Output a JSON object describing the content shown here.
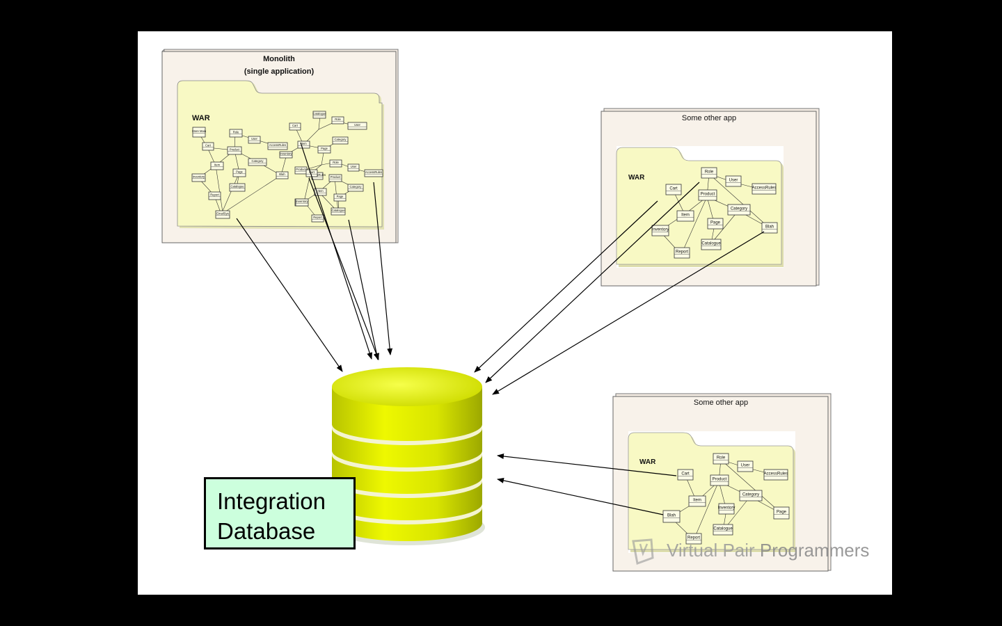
{
  "slide": {
    "monolith": {
      "title": "Monolith",
      "subtitle": "(single application)",
      "war_label": "WAR",
      "classes": [
        "Store Main",
        "Cart",
        "Role",
        "User",
        "Product",
        "Item",
        "Category",
        "Page",
        "Inventory",
        "Catalogue",
        "Report",
        "EmailSys",
        "AccessRules",
        "Inventory",
        "Cart",
        "Item",
        "Product",
        "Page",
        "Role",
        "User",
        "AccessRules",
        "Category",
        "Blah",
        "Catalogue",
        "Role",
        "User",
        "AccessRules",
        "Report",
        "Cart",
        "Product",
        "Category",
        "Item",
        "Page",
        "Inventory",
        "Catalogue",
        "Report"
      ]
    },
    "other_app_1": {
      "title": "Some other app",
      "war_label": "WAR",
      "classes": [
        "Role",
        "User",
        "AccessRules",
        "Cart",
        "Product",
        "Item",
        "Category",
        "Page",
        "Inventory",
        "Blah",
        "Catalogue",
        "Report"
      ]
    },
    "other_app_2": {
      "title": "Some other app",
      "war_label": "WAR",
      "classes": [
        "Role",
        "User",
        "AccessRules",
        "Cart",
        "Product",
        "Item",
        "Category",
        "Page",
        "Blah",
        "Inventory",
        "Catalogue",
        "Report"
      ]
    },
    "database": {
      "label_line1": "Integration",
      "label_line2": "Database"
    },
    "watermark": {
      "text_a": "Virtual Pair ",
      "text_b": "Programmers"
    },
    "colors": {
      "folder_fill": "#f8f9c4",
      "panel_fill": "#f8f2ea",
      "db_fill": "#e4f000",
      "label_fill": "#ccffdd"
    }
  }
}
